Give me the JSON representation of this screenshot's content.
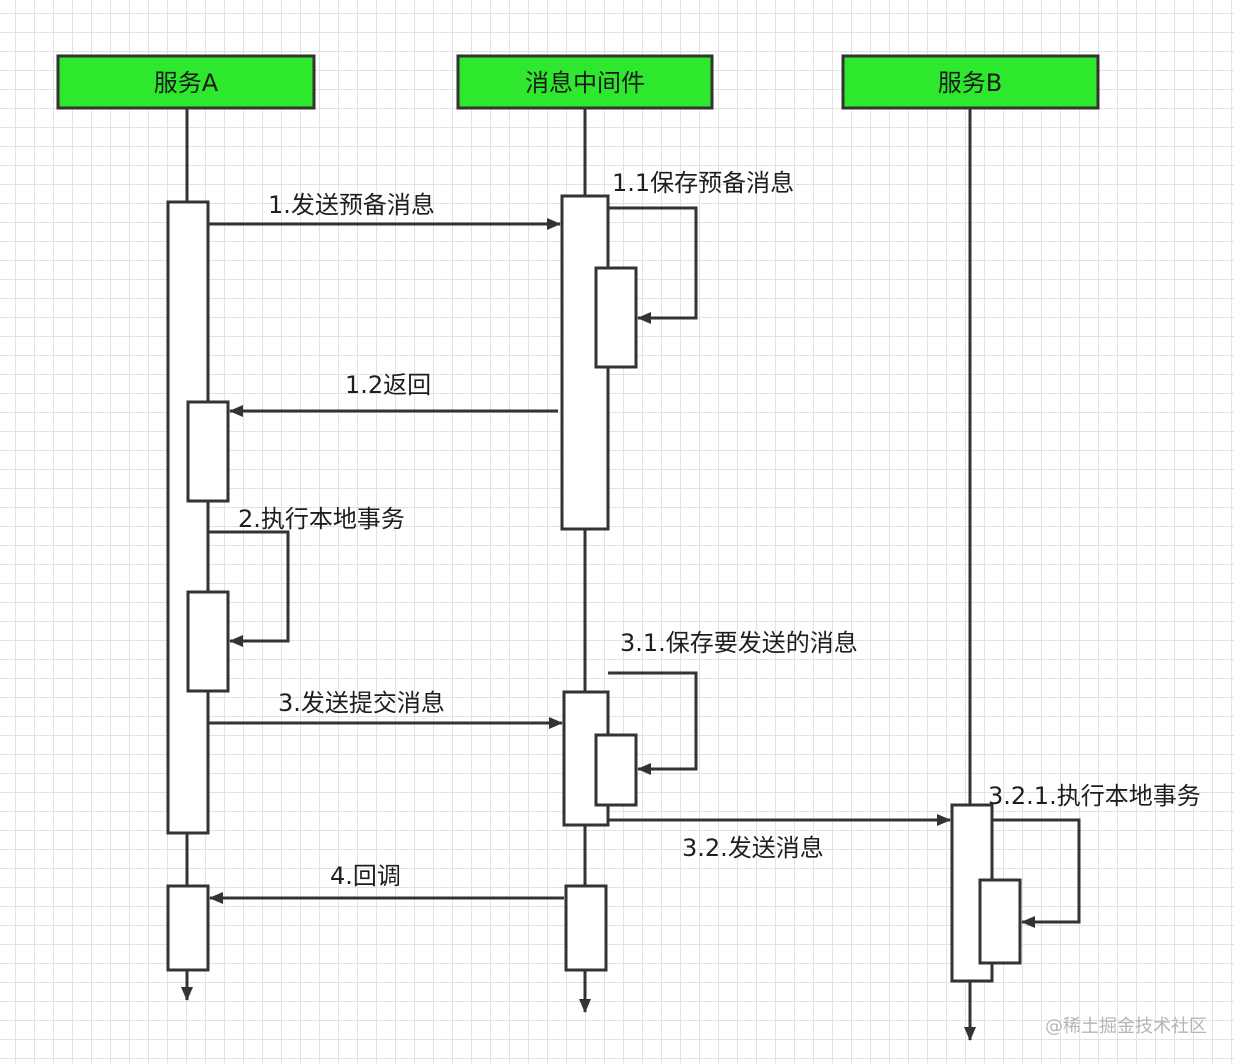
{
  "participants": {
    "service_a": "服务A",
    "middleware": "消息中间件",
    "service_b": "服务B"
  },
  "messages": {
    "m1": "1.发送预备消息",
    "m1_1": "1.1保存预备消息",
    "m1_2": "1.2返回",
    "m2": "2.执行本地事务",
    "m3": "3.发送提交消息",
    "m3_1": "3.1.保存要发送的消息",
    "m3_2": "3.2.发送消息",
    "m3_2_1": "3.2.1.执行本地事务",
    "m4": "4.回调"
  },
  "watermark": "@稀土掘金技术社区",
  "colors": {
    "header_fill": "#2ee82e",
    "stroke": "#333333",
    "grid": "#e2e2e2"
  }
}
